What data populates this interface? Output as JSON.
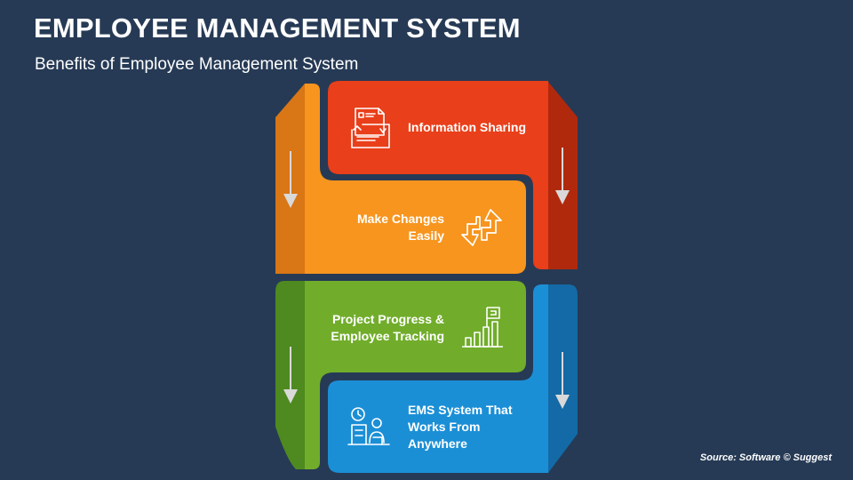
{
  "header": {
    "title": "EMPLOYEE MANAGEMENT SYSTEM",
    "subtitle": "Benefits of Employee Management System"
  },
  "steps": [
    {
      "lines": [
        "Information Sharing"
      ],
      "icon": "document-share-icon",
      "color": "#e93f1a"
    },
    {
      "lines": [
        "Make Changes",
        "Easily"
      ],
      "icon": "swap-arrows-icon",
      "color": "#f7951f"
    },
    {
      "lines": [
        "Project Progress &",
        "Employee Tracking"
      ],
      "icon": "bar-chart-flag-icon",
      "color": "#71ad2b"
    },
    {
      "lines": [
        "EMS System That",
        "Works From",
        "Anywhere"
      ],
      "icon": "remote-worker-icon",
      "color": "#1b8fd6"
    }
  ],
  "footer": {
    "source": "Source: Software © Suggest"
  }
}
